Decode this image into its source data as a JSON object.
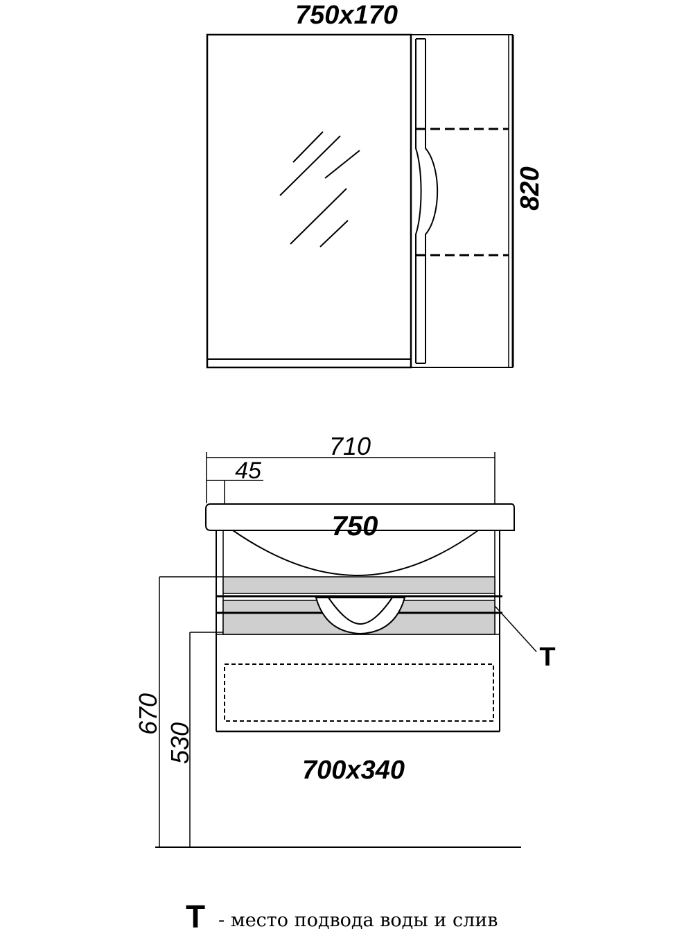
{
  "mirror": {
    "size_label": "750x170",
    "height_label": "820"
  },
  "vanity": {
    "width_label": "710",
    "offset_label": "45",
    "basin_label": "750",
    "cabinet_label": "700x340",
    "height_total_label": "670",
    "height_bottom_label": "530",
    "marker_label": "T"
  },
  "legend": {
    "symbol": "T",
    "text": "- место подвода воды и слив"
  },
  "colors": {
    "line": "#000000",
    "shelf_fill": "#cfcfcf",
    "background": "#ffffff"
  }
}
